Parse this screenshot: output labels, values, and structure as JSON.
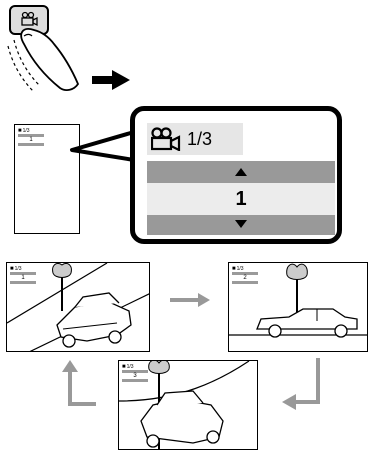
{
  "top_button": {
    "icon": "camera-icon"
  },
  "small_monitor": {
    "angle_label": "1/3",
    "angle_value": "1"
  },
  "popup": {
    "angle_label": "1/3",
    "angle_value": "1",
    "icon": "camera-icon"
  },
  "scene_views": [
    {
      "angle_label": "1/3",
      "angle_value": "1"
    },
    {
      "angle_label": "1/3",
      "angle_value": "2"
    },
    {
      "angle_label": "1/3",
      "angle_value": "3"
    }
  ]
}
